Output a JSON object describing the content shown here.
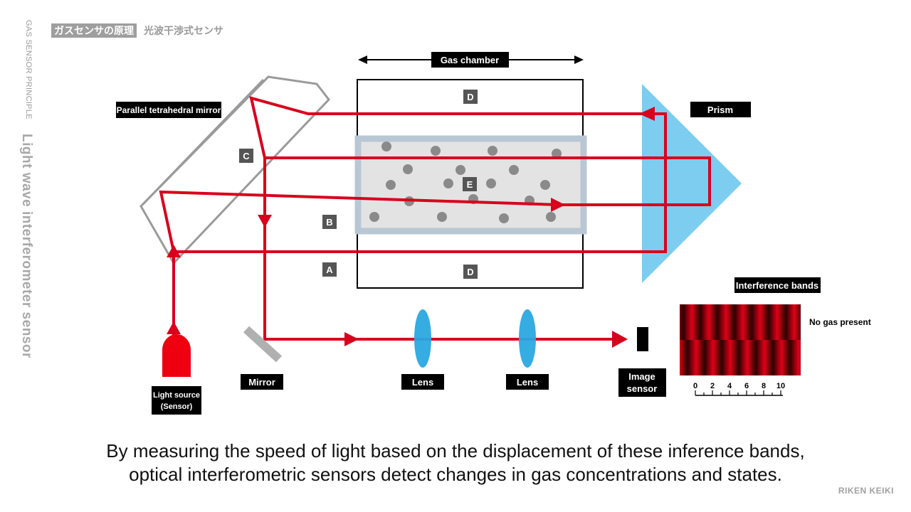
{
  "header": {
    "vertical_small": "GAS SENSOR PRINCIPLE",
    "vertical_big": "Light wave interferometer sensor",
    "tag": "ガスセンサの原理",
    "subtitle": "光波干渉式センサ"
  },
  "labels": {
    "gas_chamber": "Gas chamber",
    "mirror_assembly": "Parallel tetrahedral mirror",
    "prism": "Prism",
    "light_source_line1": "Light source",
    "light_source_line2": "(Sensor)",
    "mirror": "Mirror",
    "lens1": "Lens",
    "lens2": "Lens",
    "image_sensor_line1": "Image",
    "image_sensor_line2": "sensor",
    "interference_bands": "Interference bands",
    "no_gas": "No gas present"
  },
  "markers": {
    "a": "A",
    "b": "B",
    "c": "C",
    "d_top": "D",
    "d_bottom": "D",
    "e": "E"
  },
  "scale": {
    "ticks": [
      "0",
      "2",
      "4",
      "6",
      "8",
      "10"
    ]
  },
  "caption": {
    "line1": "By measuring the speed of light based on the displacement of these inference bands,",
    "line2": "optical interferometric sensors detect changes in gas concentrations and states."
  },
  "brand": "RIKEN KEIKI",
  "colors": {
    "beam": "#d8001c",
    "prism": "#6ec8ee",
    "lens": "#2aa8e0",
    "gas_cell": "#b9c7d4",
    "label_bg": "#000000",
    "marker_bg": "#555555"
  }
}
